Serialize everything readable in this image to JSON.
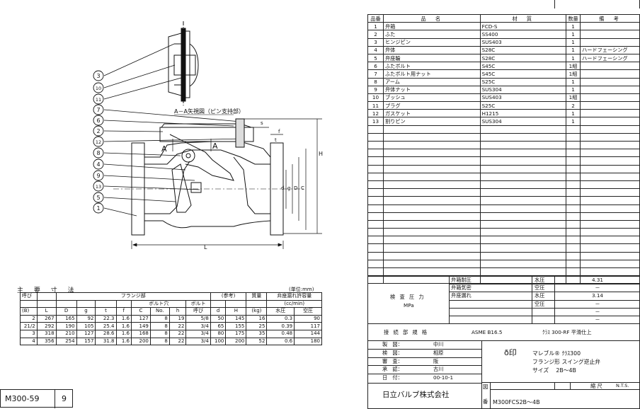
{
  "parts_table": {
    "headers": [
      "品番",
      "品　名",
      "材　質",
      "数量",
      "備　考"
    ],
    "rows": [
      {
        "no": "1",
        "name": "弁箱",
        "material": "FCD-S",
        "qty": "1",
        "note": ""
      },
      {
        "no": "2",
        "name": "ふた",
        "material": "SS400",
        "qty": "1",
        "note": ""
      },
      {
        "no": "3",
        "name": "ヒンジピン",
        "material": "SUS403",
        "qty": "1",
        "note": ""
      },
      {
        "no": "4",
        "name": "弁体",
        "material": "S28C",
        "qty": "1",
        "note": "ハードフェーシング"
      },
      {
        "no": "5",
        "name": "弁座輪",
        "material": "S28C",
        "qty": "1",
        "note": "ハードフェーシング"
      },
      {
        "no": "6",
        "name": "ふたボルト",
        "material": "S45C",
        "qty": "1組",
        "note": ""
      },
      {
        "no": "7",
        "name": "ふたボルト用ナット",
        "material": "S45C",
        "qty": "1組",
        "note": ""
      },
      {
        "no": "8",
        "name": "アーム",
        "material": "S25C",
        "qty": "1",
        "note": ""
      },
      {
        "no": "9",
        "name": "弁体ナット",
        "material": "SUS304",
        "qty": "1",
        "note": ""
      },
      {
        "no": "10",
        "name": "ブッシュ",
        "material": "SUS403",
        "qty": "1組",
        "note": ""
      },
      {
        "no": "11",
        "name": "プラグ",
        "material": "S25C",
        "qty": "2",
        "note": ""
      },
      {
        "no": "12",
        "name": "ガスケット",
        "material": "H1215",
        "qty": "1",
        "note": ""
      },
      {
        "no": "13",
        "name": "割りピン",
        "material": "SUS304",
        "qty": "1",
        "note": ""
      }
    ]
  },
  "drawing": {
    "view_title": "A－A矢視図（ピン支持部）",
    "balloons": [
      "3",
      "10",
      "11",
      "7",
      "6",
      "2",
      "12",
      "8",
      "4",
      "9",
      "13",
      "5",
      "1"
    ],
    "section_marks": [
      "A",
      "A"
    ],
    "dim_labels": {
      "s": "s",
      "f": "f",
      "H": "H",
      "d": "d",
      "g": "g",
      "D": "D",
      "C": "C",
      "t": "t",
      "L": "L"
    }
  },
  "dimensions_table": {
    "title": "主 要 寸 法",
    "unit": "(単位:mm)",
    "h_yobi": "呼び",
    "h_flange": "フランジ部",
    "h_bolthole": "ボルト穴",
    "h_bolt": "ボルト",
    "h_bolt_yobi": "呼び",
    "h_ref": "(参考)",
    "h_mass": "質量",
    "h_leak": "弁座漏れ許容量",
    "h_leak_unit": "(cc/min)",
    "h_B": "(B)",
    "h_L": "L",
    "h_D": "D",
    "h_g": "g",
    "h_t": "t",
    "h_f": "f",
    "h_C": "C",
    "h_No": "No.",
    "h_h": "h",
    "h_d": "d",
    "h_H": "H",
    "h_kg": "(kg)",
    "h_water": "水圧",
    "h_air": "空圧",
    "rows": [
      {
        "B": "2",
        "L": "267",
        "D": "165",
        "g": "92",
        "t": "22.3",
        "f": "1.6",
        "C": "127",
        "No": "8",
        "h": "19",
        "bolt": "5/8",
        "d": "50",
        "H": "145",
        "kg": "16",
        "water": "0.3",
        "air": "90"
      },
      {
        "B": "21/2",
        "L": "292",
        "D": "190",
        "g": "105",
        "t": "25.4",
        "f": "1.6",
        "C": "149",
        "No": "8",
        "h": "22",
        "bolt": "3/4",
        "d": "65",
        "H": "155",
        "kg": "25",
        "water": "0.39",
        "air": "117"
      },
      {
        "B": "3",
        "L": "318",
        "D": "210",
        "g": "127",
        "t": "28.6",
        "f": "1.6",
        "C": "168",
        "No": "8",
        "h": "22",
        "bolt": "3/4",
        "d": "80",
        "H": "175",
        "kg": "35",
        "water": "0.48",
        "air": "144"
      },
      {
        "B": "4",
        "L": "356",
        "D": "254",
        "g": "157",
        "t": "31.8",
        "f": "1.6",
        "C": "200",
        "No": "8",
        "h": "22",
        "bolt": "3/4",
        "d": "100",
        "H": "200",
        "kg": "52",
        "water": "0.6",
        "air": "180"
      }
    ]
  },
  "inspection": {
    "label": "検 査 圧 力",
    "unit": "MPa",
    "items": [
      {
        "name": "弁箱耐圧",
        "medium": "水圧",
        "value": "4.31"
      },
      {
        "name": "弁箱気密",
        "medium": "空圧",
        "value": "－"
      },
      {
        "name": "弁座漏れ",
        "medium": "水圧",
        "value": "3.14"
      },
      {
        "name": "",
        "medium": "空圧",
        "value": "－"
      },
      {
        "name": "",
        "medium": "",
        "value": "－"
      },
      {
        "name": "",
        "medium": "",
        "value": "－"
      }
    ]
  },
  "connection": {
    "label": "接 続 部 規 格",
    "std": "ASME B16.5",
    "cls": "ｸﾗｽ 300-RF 平滑仕上"
  },
  "approvals": [
    {
      "role": "製　図：",
      "name": "中川"
    },
    {
      "role": "検　図：",
      "name": "相原"
    },
    {
      "role": "審　査：",
      "name": "阪"
    },
    {
      "role": "承　認：",
      "name": "古川"
    },
    {
      "role": "日　付：",
      "name": "00-10-1"
    }
  ],
  "product": {
    "mark": "ð印",
    "line1": "マレブル® ｸﾗｽ300",
    "line2": "フランジ形 スイング逆止弁",
    "line3": "サイズ　 2B～4B"
  },
  "company": "日立バルブ株式会社",
  "drawing_block": {
    "zu": "図",
    "ban": "番",
    "number": "M300FCS2B～4B",
    "scale_label": "縮 尺",
    "scale": "N.T.S."
  },
  "doc_id": {
    "code": "M300-59",
    "page": "9"
  }
}
